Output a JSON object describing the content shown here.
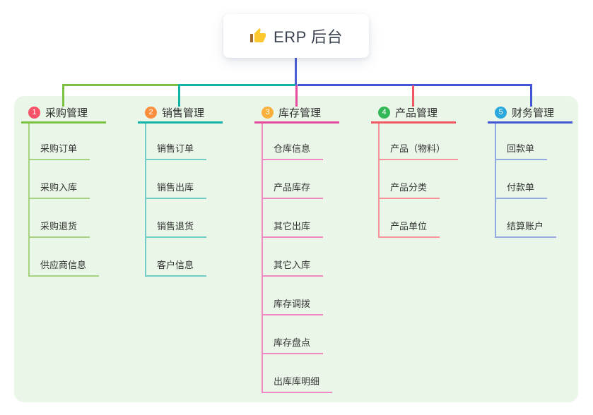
{
  "root": {
    "title": "ERP 后台",
    "icon": "thumbs-up-icon"
  },
  "colors": {
    "panel_bg": "#eaf6e8",
    "root_connector": "#4b5fd6",
    "title_text": "#39424e"
  },
  "branches": [
    {
      "badge": "1",
      "label": "采购管理",
      "badge_color": "#f75368",
      "line_color": "#7dc142",
      "sub_line_color": "#a6d37f",
      "children": [
        "采购订单",
        "采购入库",
        "采购退货",
        "供应商信息"
      ]
    },
    {
      "badge": "2",
      "label": "销售管理",
      "badge_color": "#fb8e3c",
      "line_color": "#10b3a6",
      "sub_line_color": "#6fcfc7",
      "children": [
        "销售订单",
        "销售出库",
        "销售退货",
        "客户信息"
      ]
    },
    {
      "badge": "3",
      "label": "库存管理",
      "badge_color": "#fbaf3c",
      "line_color": "#e74a9c",
      "sub_line_color": "#f089c2",
      "children": [
        "仓库信息",
        "产品库存",
        "其它出库",
        "其它入库",
        "库存调拨",
        "库存盘点",
        "出库库明细"
      ]
    },
    {
      "badge": "4",
      "label": "产品管理",
      "badge_color": "#33b857",
      "line_color": "#f25663",
      "sub_line_color": "#f7939b",
      "children": [
        "产品（物料）",
        "产品分类",
        "产品单位"
      ]
    },
    {
      "badge": "5",
      "label": "财务管理",
      "badge_color": "#2aa7dd",
      "line_color": "#4156d4",
      "sub_line_color": "#93a9e2",
      "children": [
        "回款单",
        "付款单",
        "结算账户"
      ]
    }
  ]
}
